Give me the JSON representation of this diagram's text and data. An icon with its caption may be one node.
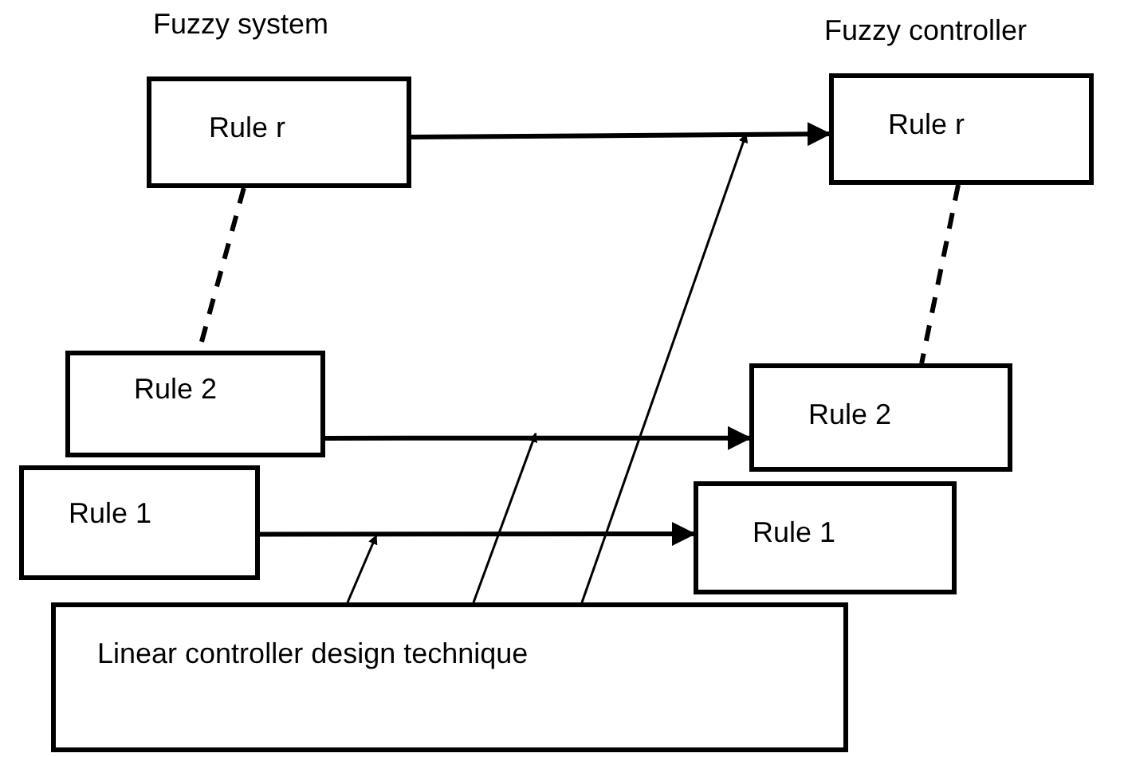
{
  "diagram": {
    "nodes": [
      {
        "text": [
          "Rule r"
        ],
        "beside": [
          "Fuzzy system"
        ]
      },
      {
        "text": [
          "Rule 2"
        ]
      },
      {
        "text": [
          "Rule 1"
        ]
      },
      {
        "text": [
          "Rule r"
        ],
        "beside": [
          "Fuzzy controller"
        ]
      },
      {
        "text": [
          "Rule 2"
        ]
      },
      {
        "text": [
          "Rule 1"
        ]
      },
      {
        "text": [
          "Linear controller design technique"
        ]
      }
    ],
    "edges": [
      {
        "from": 0,
        "to": 3,
        "arrow": "to"
      },
      {
        "from": 1,
        "to": 4,
        "arrow": "to"
      },
      {
        "from": 2,
        "to": 5,
        "arrow": "to"
      },
      {
        "from": 0,
        "to": 1,
        "arrow": "none",
        "style": "dashed"
      },
      {
        "from": 3,
        "to": 4,
        "arrow": "none",
        "style": "dashed"
      },
      {
        "from": 6,
        "to": null,
        "arrow": "to"
      },
      {
        "from": 6,
        "to": null,
        "arrow": "to"
      },
      {
        "from": 6,
        "to": null,
        "arrow": "to"
      }
    ]
  }
}
